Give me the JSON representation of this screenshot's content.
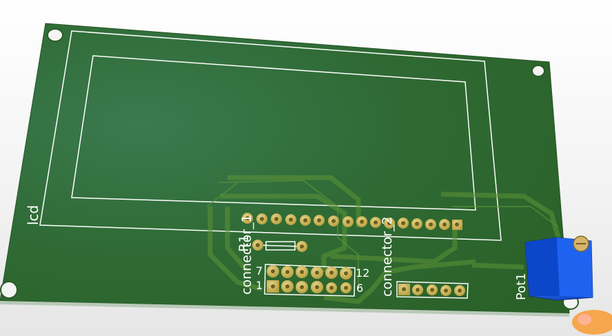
{
  "silkscreen": {
    "lcd": "lcd",
    "connector_1": "connector_1",
    "connector_2": "connector_2",
    "r1": "R1",
    "pot1": "Pot1",
    "pin_7": "7",
    "pin_12": "12",
    "pin_1": "1",
    "pin_6": "6"
  },
  "colors": {
    "board": "#2f6b35",
    "silkscreen": "#ffffff",
    "copper_trace": "#4f8a34",
    "pad": "#c9b45a",
    "potentiometer": "#1f5fe0"
  }
}
